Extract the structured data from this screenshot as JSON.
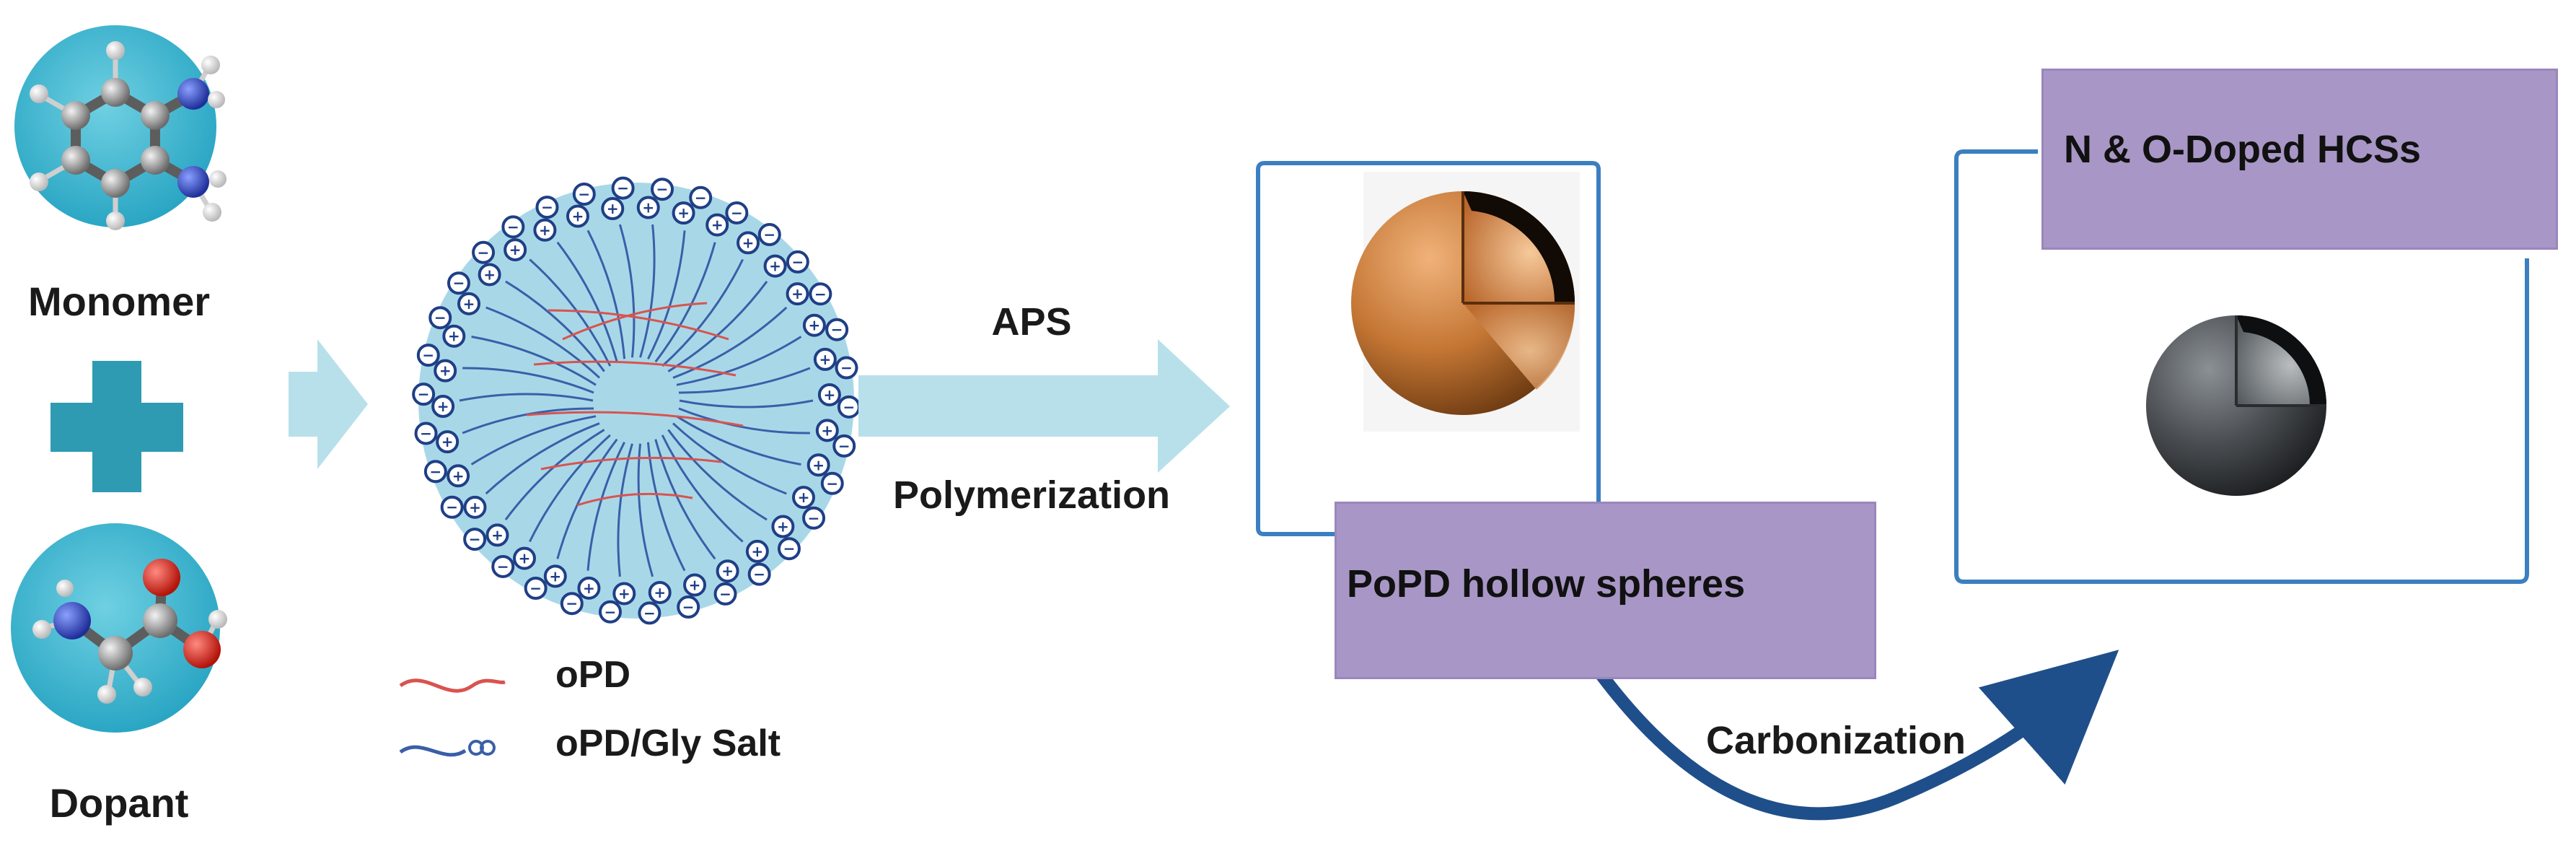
{
  "inputs": {
    "monomer": {
      "label": "Monomer",
      "icon": "o-phenylenediamine-molecule-icon"
    },
    "plus": {
      "icon": "plus-icon",
      "color": "#2e9bb2"
    },
    "dopant": {
      "label": "Dopant",
      "icon": "glycine-molecule-icon"
    }
  },
  "micelle": {
    "icon": "micelle-icon",
    "core_color": "#a8d8e8"
  },
  "legend": {
    "items": [
      {
        "label": "oPD",
        "icon": "red-chain-icon",
        "color": "#d9534f"
      },
      {
        "label": "oPD/Gly Salt",
        "icon": "blue-chain-with-charges-icon",
        "color": "#3a5fa8"
      }
    ]
  },
  "step_polymerization": {
    "reagent": "APS",
    "process": "Polymerization"
  },
  "products": {
    "popd": {
      "label": "PoPD hollow spheres",
      "icon": "orange-hollow-sphere-icon",
      "color": "#c57a3a"
    },
    "hcs": {
      "label": "N & O-Doped HCSs",
      "icon": "grey-hollow-sphere-icon",
      "color": "#555a5e"
    }
  },
  "step_carbonization": {
    "process": "Carbonization"
  },
  "colors": {
    "arrow_light": "#b8e0ea",
    "frame_blue": "#3b7fc1",
    "tag_purple": "#a896c6",
    "arrow_dark": "#1f4f8a",
    "teal_disc": "#3eb8d2"
  }
}
